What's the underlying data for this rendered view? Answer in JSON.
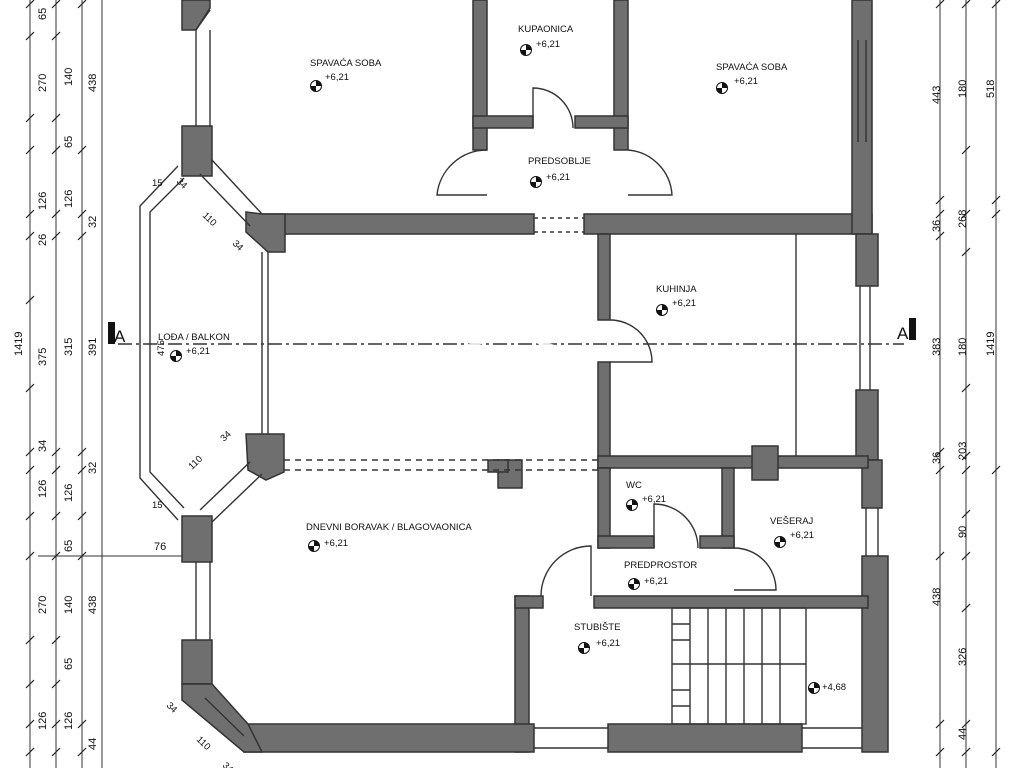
{
  "rooms": [
    {
      "label": "SPAVAĆA SOBA",
      "level": "+6,21"
    },
    {
      "label": "KUPAONICA",
      "level": "+6,21"
    },
    {
      "label": "SPAVAĆA SOBA",
      "level": "+6,21"
    },
    {
      "label": "PREDSOBLJE",
      "level": "+6,21"
    },
    {
      "label": "KUHINJA",
      "level": "+6,21"
    },
    {
      "label": "LOĐA / BALKON",
      "level": "+6,21"
    },
    {
      "label": "WC",
      "level": "+6,21"
    },
    {
      "label": "VEŠERAJ",
      "level": "+6,21"
    },
    {
      "label": "DNEVNI BORAVAK / BLAGOVAONICA",
      "level": "+6,21"
    },
    {
      "label": "PREDPROSTOR",
      "level": "+6,21"
    },
    {
      "label": "STUBIŠTE",
      "level": "+6,21"
    },
    {
      "label": "",
      "level": "+4,68"
    }
  ],
  "section_marks": {
    "left": "A",
    "right": "A"
  },
  "dims_left_col1": [
    "65",
    "270",
    "126",
    "26",
    "375",
    "34",
    "126",
    "270",
    "126"
  ],
  "dims_left_col2": [
    "140",
    "65",
    "126",
    "32",
    "315",
    "32",
    "126",
    "65",
    "140",
    "65",
    "126"
  ],
  "dims_left_col3": [
    "438",
    "1419",
    "391",
    "438",
    "44"
  ],
  "dims_right_col1": [
    "443",
    "36",
    "383",
    "36",
    "438"
  ],
  "dims_right_col2": [
    "180",
    "268",
    "180",
    "203",
    "90",
    "326",
    "44"
  ],
  "dims_right_col3": [
    "518",
    "1419"
  ],
  "dims_inner": [
    "110",
    "34",
    "15",
    "34",
    "475",
    "110",
    "34",
    "15",
    "76",
    "34",
    "110",
    "34"
  ],
  "watermark": {
    "brand": "GAZDAR",
    "sub": "nekretnine"
  },
  "colors": {
    "wall": "#6f6f6f",
    "line": "#333333",
    "paper": "#ffffff"
  }
}
